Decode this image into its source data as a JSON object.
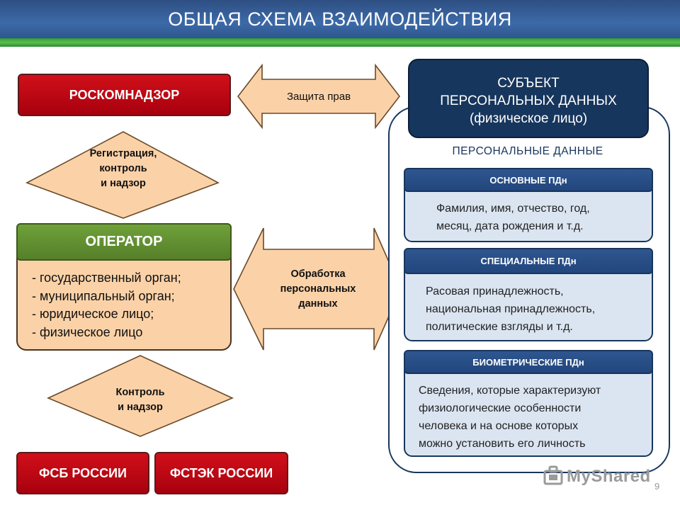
{
  "header": {
    "title": "ОБЩАЯ СХЕМА ВЗАИМОДЕЙСТВИЯ"
  },
  "colors": {
    "red": "#c0000f",
    "green": "#6a9a36",
    "peach": "#fbd2a8",
    "navy": "#17365d",
    "light_blue": "#dbe5f1",
    "header_blue": "#3b68a5"
  },
  "left": {
    "roskomnadzor": "РОСКОМНАДЗОР",
    "registration_arrow": [
      "Регистрация,",
      "контроль",
      "и надзор"
    ],
    "operator": {
      "title": "ОПЕРАТОР",
      "items": [
        "- государственный орган;",
        "- муниципальный орган;",
        "- юридическое лицо;",
        "- физическое лицо"
      ]
    },
    "control_arrow": [
      "Контроль",
      "и надзор"
    ],
    "fsb": "ФСБ РОССИИ",
    "fstek": "ФСТЭК РОССИИ"
  },
  "middle": {
    "protection_arrow": "Защита прав",
    "processing_arrow": [
      "Обработка",
      "персональных",
      "данных"
    ]
  },
  "right": {
    "subject": {
      "line1": "СУБЪЕКТ",
      "line2": "ПЕРСОНАЛЬНЫХ ДАННЫХ",
      "line3": "(физическое лицо)"
    },
    "panel_title": "ПЕРСОНАЛЬНЫЕ ДАННЫЕ",
    "categories": [
      {
        "title": "ОСНОВНЫЕ ПДн",
        "lines": [
          "Фамилия, имя, отчество, год,",
          "месяц, дата рождения и т.д."
        ]
      },
      {
        "title": "СПЕЦИАЛЬНЫЕ ПДн",
        "lines": [
          "Расовая принадлежность,",
          "национальная принадлежность,",
          "политические взгляды и  т.д."
        ]
      },
      {
        "title": "БИОМЕТРИЧЕСКИЕ ПДн",
        "lines": [
          "Сведения, которые характеризуют",
          "физиологические особенности",
          "человека и на основе которых",
          "можно установить его личность"
        ]
      }
    ]
  },
  "footer": {
    "page_number": "9",
    "watermark": "MyShared"
  }
}
